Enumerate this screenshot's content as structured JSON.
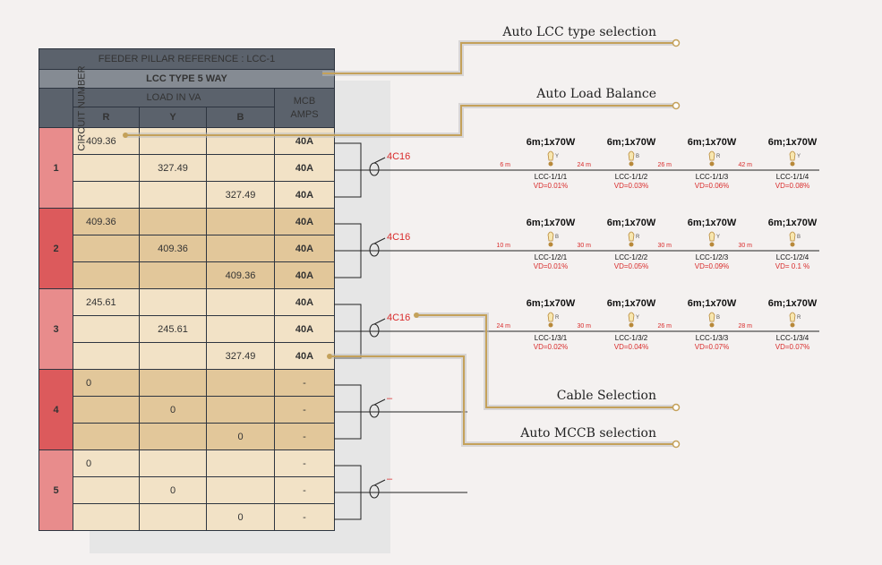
{
  "table": {
    "title": "FEEDER PILLAR REFERENCE : LCC-1",
    "subtitle": "LCC TYPE 5 WAY",
    "circuit_header": "CIRCUIT NUMBER",
    "load_header": "LOAD IN VA",
    "mcb_header_1": "MCB",
    "mcb_header_2": "AMPS",
    "phases": [
      "R",
      "Y",
      "B"
    ],
    "circuits": [
      {
        "number": "1",
        "rows": [
          [
            "409.36",
            "",
            "",
            "40A"
          ],
          [
            "",
            "327.49",
            "",
            "40A"
          ],
          [
            "",
            "",
            "327.49",
            "40A"
          ]
        ]
      },
      {
        "number": "2",
        "rows": [
          [
            "409.36",
            "",
            "",
            "40A"
          ],
          [
            "",
            "409.36",
            "",
            "40A"
          ],
          [
            "",
            "",
            "409.36",
            "40A"
          ]
        ]
      },
      {
        "number": "3",
        "rows": [
          [
            "245.61",
            "",
            "",
            "40A"
          ],
          [
            "",
            "245.61",
            "",
            "40A"
          ],
          [
            "",
            "",
            "327.49",
            "40A"
          ]
        ]
      },
      {
        "number": "4",
        "rows": [
          [
            "0",
            "",
            "",
            "-"
          ],
          [
            "",
            "0",
            "",
            "-"
          ],
          [
            "",
            "",
            "0",
            "-"
          ]
        ]
      },
      {
        "number": "5",
        "rows": [
          [
            "0",
            "",
            "",
            "-"
          ],
          [
            "",
            "0",
            "",
            "-"
          ],
          [
            "",
            "",
            "0",
            "-"
          ]
        ]
      }
    ]
  },
  "callouts": {
    "lcc_type": "Auto LCC type selection",
    "load_balance": "Auto Load Balance",
    "cable": "Cable Selection",
    "mccb": "Auto MCCB selection"
  },
  "feeders": [
    {
      "cable": "4C16",
      "lamps": [
        {
          "load": "6m;1x70W",
          "phase": "Y",
          "dist": "6 m",
          "id": "LCC-1/1/1",
          "vd": "VD=0.01%"
        },
        {
          "load": "6m;1x70W",
          "phase": "B",
          "dist": "24 m",
          "id": "LCC-1/1/2",
          "vd": "VD=0.03%"
        },
        {
          "load": "6m;1x70W",
          "phase": "R",
          "dist": "26 m",
          "id": "LCC-1/1/3",
          "vd": "VD=0.06%"
        },
        {
          "load": "6m;1x70W",
          "phase": "Y",
          "dist": "42 m",
          "id": "LCC-1/1/4",
          "vd": "VD=0.08%"
        }
      ]
    },
    {
      "cable": "4C16",
      "lamps": [
        {
          "load": "6m;1x70W",
          "phase": "B",
          "dist": "10 m",
          "id": "LCC-1/2/1",
          "vd": "VD=0.01%"
        },
        {
          "load": "6m;1x70W",
          "phase": "R",
          "dist": "30 m",
          "id": "LCC-1/2/2",
          "vd": "VD=0.05%"
        },
        {
          "load": "6m;1x70W",
          "phase": "Y",
          "dist": "30 m",
          "id": "LCC-1/2/3",
          "vd": "VD=0.09%"
        },
        {
          "load": "6m;1x70W",
          "phase": "B",
          "dist": "30 m",
          "id": "LCC-1/2/4",
          "vd": "VD= 0.1 %"
        }
      ]
    },
    {
      "cable": "4C16",
      "lamps": [
        {
          "load": "6m;1x70W",
          "phase": "R",
          "dist": "24 m",
          "id": "LCC-1/3/1",
          "vd": "VD=0.02%"
        },
        {
          "load": "6m;1x70W",
          "phase": "Y",
          "dist": "30 m",
          "id": "LCC-1/3/2",
          "vd": "VD=0.04%"
        },
        {
          "load": "6m;1x70W",
          "phase": "B",
          "dist": "26 m",
          "id": "LCC-1/3/3",
          "vd": "VD=0.07%"
        },
        {
          "load": "6m;1x70W",
          "phase": "R",
          "dist": "28 m",
          "id": "LCC-1/3/4",
          "vd": "VD=0.07%"
        }
      ]
    },
    {
      "cable": "–",
      "lamps": []
    },
    {
      "cable": "–",
      "lamps": []
    }
  ],
  "colors": {
    "accent_red": "#d92b2b",
    "callout_gold": "#c4a15a",
    "header_grey": "#5b626c"
  }
}
